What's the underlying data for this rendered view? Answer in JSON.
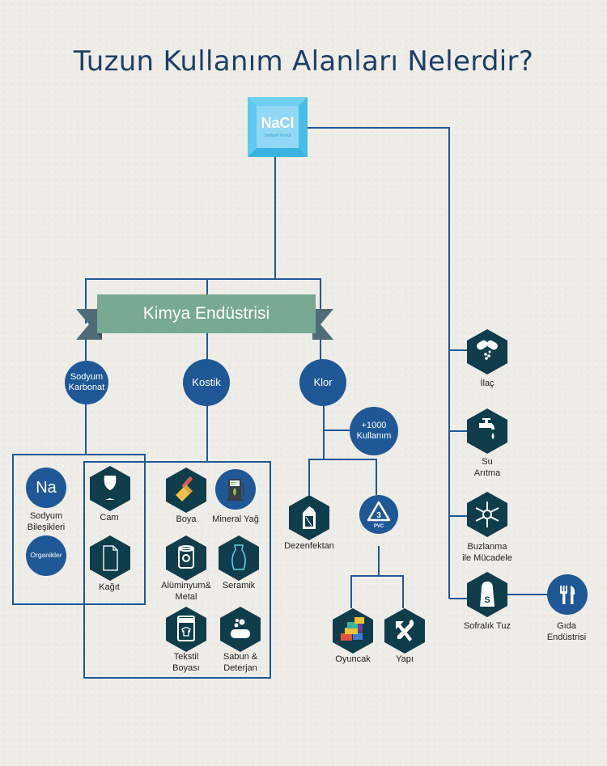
{
  "title": "Tuzun Kullanım Alanları Nelerdir?",
  "root": {
    "formula": "NaCl",
    "subtitle": "Sodyum Klorür"
  },
  "banner": {
    "label": "Kimya Endüstrisi"
  },
  "chemistry": {
    "sodium_carbonate": {
      "label_line1": "Sodyum",
      "label_line2": "Karbonat",
      "children": {
        "na": {
          "symbol": "Na",
          "label_line1": "Sodyum",
          "label_line2": "Bileşikleri"
        },
        "organics": {
          "label": "Organikler"
        }
      }
    },
    "caustic": {
      "label": "Kostik"
    },
    "chlorine": {
      "label": "Klor"
    },
    "uses_badge": {
      "line1": "+1000",
      "line2": "Kullanım"
    },
    "shared_uses": [
      {
        "label": "Cam",
        "icon": "glass-icon"
      },
      {
        "label": "Kağıt",
        "icon": "paper-icon"
      }
    ],
    "caustic_uses": [
      {
        "label": "Boya",
        "icon": "paintbrush-icon"
      },
      {
        "label": "Mineral Yağ",
        "icon": "fuel-pump-icon"
      },
      {
        "label_line1": "Alüminyum&",
        "label_line2": "Metal",
        "icon": "can-icon"
      },
      {
        "label": "Seramik",
        "icon": "vase-icon"
      },
      {
        "label_line1": "Tekstil",
        "label_line2": "Boyası",
        "icon": "textile-icon"
      },
      {
        "label_line1": "Sabun &",
        "label_line2": "Deterjan",
        "icon": "soap-icon"
      }
    ],
    "chlorine_uses": {
      "disinfectant": {
        "label": "Dezenfektan",
        "icon": "bleach-icon"
      },
      "pvc": {
        "number": "3",
        "code": "PVC",
        "icon": "recycle-icon"
      },
      "pvc_uses": [
        {
          "label": "Oyuncak",
          "icon": "blocks-icon"
        },
        {
          "label": "Yapı",
          "icon": "tools-icon"
        }
      ]
    }
  },
  "direct_uses": [
    {
      "label": "İlaç",
      "icon": "pills-icon"
    },
    {
      "label_line1": "Su",
      "label_line2": "Arıtma",
      "icon": "faucet-icon"
    },
    {
      "label_line1": "Buzlanma",
      "label_line2": "ile Mücadele",
      "icon": "snowflake-icon"
    },
    {
      "label": "Sofralık Tuz",
      "icon": "salt-shaker-icon"
    }
  ],
  "food_industry": {
    "label_line1": "Gıda",
    "label_line2": "Endüstrisi",
    "icon": "fork-knife-icon"
  },
  "colors": {
    "title": "#1e3f66",
    "line": "#1f5896",
    "circle": "#1f5896",
    "hexagon": "#0f3d4c",
    "banner": "#78a993",
    "ribbon": "#4f6b78",
    "nacl": "#4cc3ea"
  }
}
